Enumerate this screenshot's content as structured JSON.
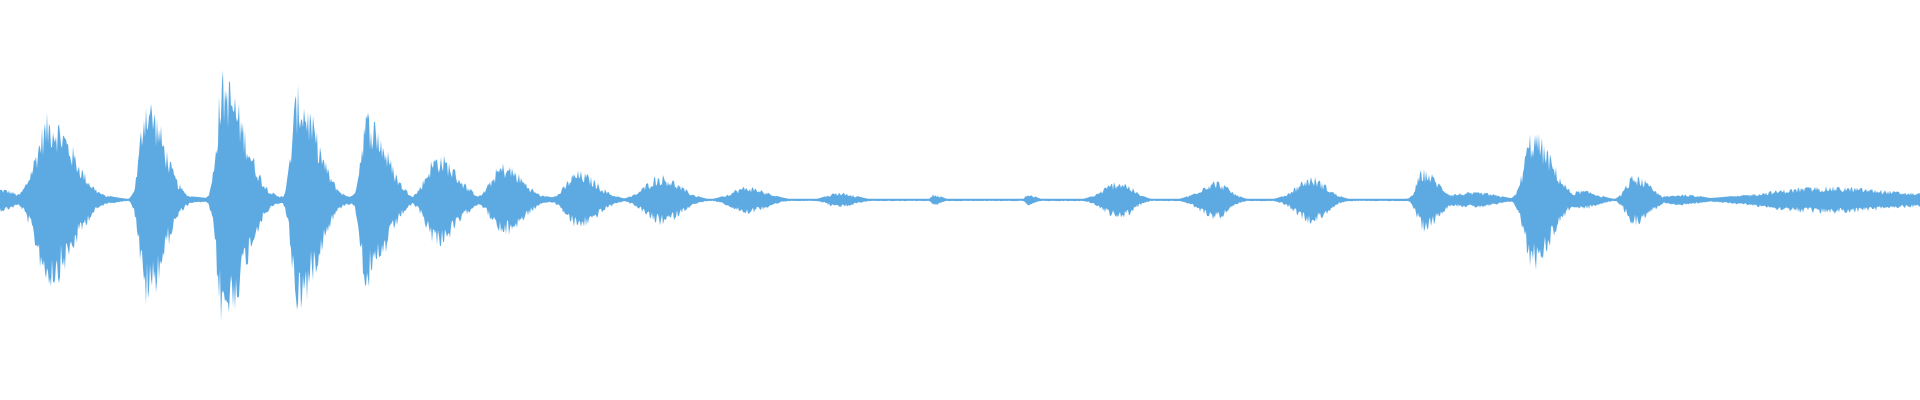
{
  "waveform": {
    "color": "#5DAAE3",
    "background": "#FFFFFF",
    "baseline_amplitude": 0.006,
    "bursts": [
      {
        "center": 0.0,
        "peak": 0.06,
        "rise": 0.006,
        "decay": 0.008
      },
      {
        "center": 0.026,
        "peak": 0.45,
        "rise": 0.007,
        "decay": 0.012
      },
      {
        "center": 0.043,
        "peak": 0.04,
        "rise": 0.004,
        "decay": 0.012
      },
      {
        "center": 0.076,
        "peak": 0.55,
        "rise": 0.003,
        "decay": 0.009
      },
      {
        "center": 0.094,
        "peak": 0.02,
        "rise": 0.004,
        "decay": 0.012
      },
      {
        "center": 0.116,
        "peak": 0.66,
        "rise": 0.003,
        "decay": 0.011
      },
      {
        "center": 0.132,
        "peak": 0.04,
        "rise": 0.004,
        "decay": 0.012
      },
      {
        "center": 0.155,
        "peak": 0.58,
        "rise": 0.003,
        "decay": 0.01
      },
      {
        "center": 0.17,
        "peak": 0.04,
        "rise": 0.004,
        "decay": 0.012
      },
      {
        "center": 0.191,
        "peak": 0.46,
        "rise": 0.003,
        "decay": 0.01
      },
      {
        "center": 0.204,
        "peak": 0.03,
        "rise": 0.004,
        "decay": 0.012
      },
      {
        "center": 0.228,
        "peak": 0.24,
        "rise": 0.006,
        "decay": 0.01
      },
      {
        "center": 0.24,
        "peak": 0.03,
        "rise": 0.004,
        "decay": 0.012
      },
      {
        "center": 0.262,
        "peak": 0.19,
        "rise": 0.006,
        "decay": 0.01
      },
      {
        "center": 0.275,
        "peak": 0.03,
        "rise": 0.004,
        "decay": 0.01
      },
      {
        "center": 0.301,
        "peak": 0.15,
        "rise": 0.006,
        "decay": 0.01
      },
      {
        "center": 0.344,
        "peak": 0.13,
        "rise": 0.008,
        "decay": 0.01
      },
      {
        "center": 0.389,
        "peak": 0.07,
        "rise": 0.008,
        "decay": 0.01
      },
      {
        "center": 0.437,
        "peak": 0.04,
        "rise": 0.006,
        "decay": 0.008
      },
      {
        "center": 0.486,
        "peak": 0.03,
        "rise": 0.001,
        "decay": 0.004
      },
      {
        "center": 0.535,
        "peak": 0.03,
        "rise": 0.001,
        "decay": 0.004
      },
      {
        "center": 0.583,
        "peak": 0.1,
        "rise": 0.008,
        "decay": 0.007
      },
      {
        "center": 0.633,
        "peak": 0.1,
        "rise": 0.008,
        "decay": 0.007
      },
      {
        "center": 0.683,
        "peak": 0.12,
        "rise": 0.008,
        "decay": 0.008
      },
      {
        "center": 0.741,
        "peak": 0.16,
        "rise": 0.003,
        "decay": 0.008
      },
      {
        "center": 0.77,
        "peak": 0.04,
        "rise": 0.02,
        "decay": 0.01
      },
      {
        "center": 0.798,
        "peak": 0.36,
        "rise": 0.004,
        "decay": 0.01
      },
      {
        "center": 0.824,
        "peak": 0.05,
        "rise": 0.006,
        "decay": 0.008
      },
      {
        "center": 0.851,
        "peak": 0.13,
        "rise": 0.004,
        "decay": 0.008
      },
      {
        "center": 0.876,
        "peak": 0.03,
        "rise": 0.008,
        "decay": 0.01
      },
      {
        "center": 0.95,
        "peak": 0.07,
        "rise": 0.03,
        "decay": 0.04
      },
      {
        "center": 0.99,
        "peak": 0.04,
        "rise": 0.02,
        "decay": 0.02
      }
    ]
  }
}
